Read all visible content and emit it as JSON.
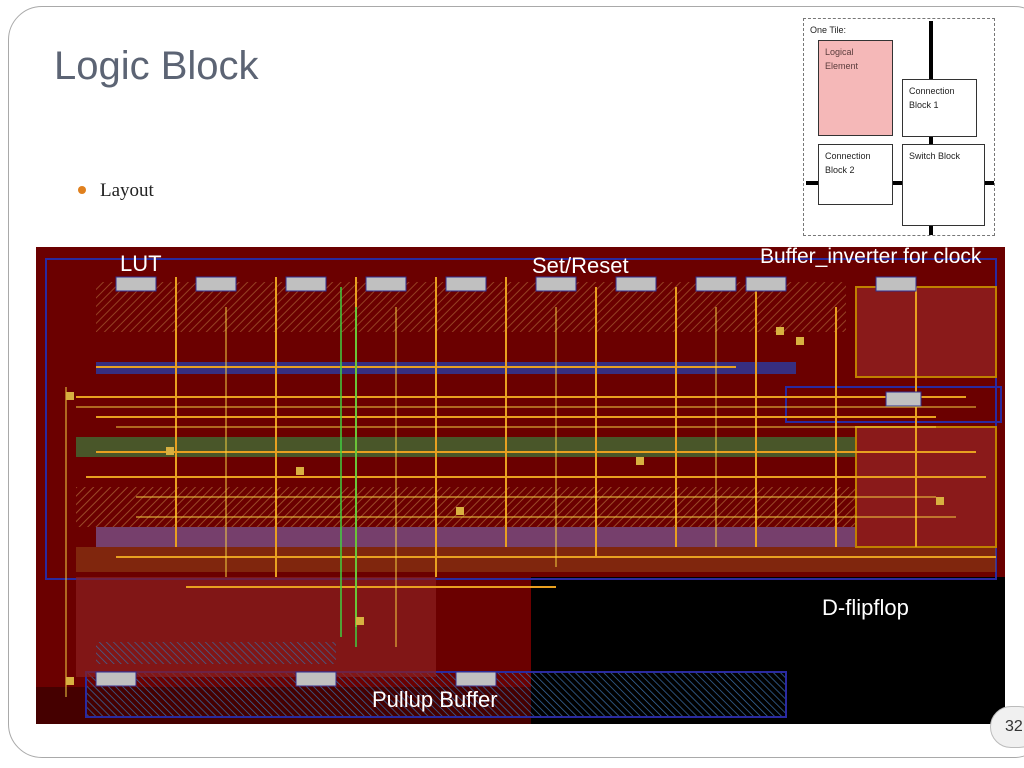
{
  "slide": {
    "title": "Logic Block",
    "bullet": "Layout",
    "page_number": "32"
  },
  "tile_diagram": {
    "heading": "One Tile:",
    "logical_element": "Logical Element",
    "connection_block_1": "Connection Block 1",
    "connection_block_2": "Connection Block 2",
    "switch_block": "Switch Block"
  },
  "layout_image": {
    "labels": {
      "lut": "LUT",
      "set_reset": "Set/Reset",
      "buffer_inverter": "Buffer_inverter for clock",
      "d_flipflop": "D-flipflop",
      "pullup_buffer": "Pullup Buffer"
    }
  },
  "colors": {
    "title": "#5c6474",
    "bullet_dot": "#e0801e",
    "logical_element_fill": "#f5b8b8",
    "layout_background": "#6b0000"
  }
}
